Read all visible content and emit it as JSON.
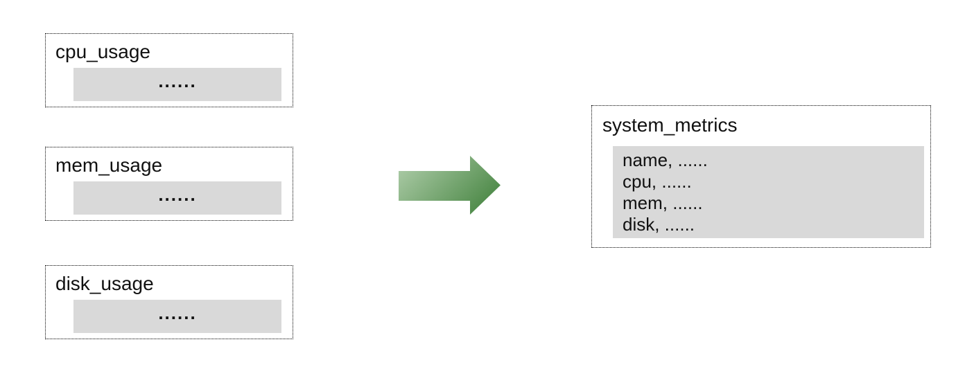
{
  "diagram": {
    "sources": [
      {
        "title": "cpu_usage",
        "placeholder": "......"
      },
      {
        "title": "mem_usage",
        "placeholder": "......"
      },
      {
        "title": "disk_usage",
        "placeholder": "......"
      }
    ],
    "target": {
      "title": "system_metrics",
      "rows": [
        "name, ......",
        "cpu, ......",
        "mem, ......",
        "disk, ......"
      ]
    },
    "arrow": {
      "gradient_from": "#b3d0ae",
      "gradient_to": "#4e8a49"
    },
    "colors": {
      "panel_gray": "#d9d9d9",
      "border": "#000000",
      "background": "#ffffff",
      "text": "#111111"
    }
  }
}
